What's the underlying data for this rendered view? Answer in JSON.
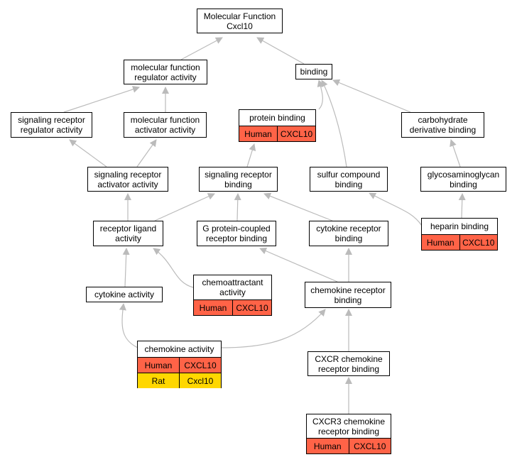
{
  "colors": {
    "human": "#ff6347",
    "rat": "#ffd700",
    "edge": "#bbbbbb"
  },
  "nodes": {
    "mf_root": "Molecular Function\nCxcl10",
    "mf_reg": "molecular function\nregulator activity",
    "binding": "binding",
    "sig_reg": "signaling receptor\nregulator activity",
    "mf_act": "molecular function\nactivator activity",
    "protein_binding": "protein binding",
    "carb": "carbohydrate\nderivative binding",
    "sig_act": "signaling receptor\nactivator activity",
    "sig_bind": "signaling receptor\nbinding",
    "sulfur": "sulfur compound\nbinding",
    "gag": "glycosaminoglycan\nbinding",
    "heparin": "heparin binding",
    "rec_ligand": "receptor ligand\nactivity",
    "gpcr": "G protein-coupled\nreceptor binding",
    "cyt_rec": "cytokine receptor\nbinding",
    "cytokine": "cytokine activity",
    "chemoattr": "chemoattractant\nactivity",
    "chemo_rec": "chemokine receptor\nbinding",
    "chemokine": "chemokine activity",
    "cxcr": "CXCR chemokine\nreceptor binding",
    "cxcr3": "CXCR3 chemokine\nreceptor binding"
  },
  "annotations": {
    "protein_binding": [
      [
        "Human",
        "CXCL10"
      ]
    ],
    "heparin": [
      [
        "Human",
        "CXCL10"
      ]
    ],
    "chemoattr": [
      [
        "Human",
        "CXCL10"
      ]
    ],
    "chemokine": [
      [
        "Human",
        "CXCL10"
      ],
      [
        "Rat",
        "Cxcl10"
      ]
    ],
    "cxcr3": [
      [
        "Human",
        "CXCL10"
      ]
    ]
  }
}
